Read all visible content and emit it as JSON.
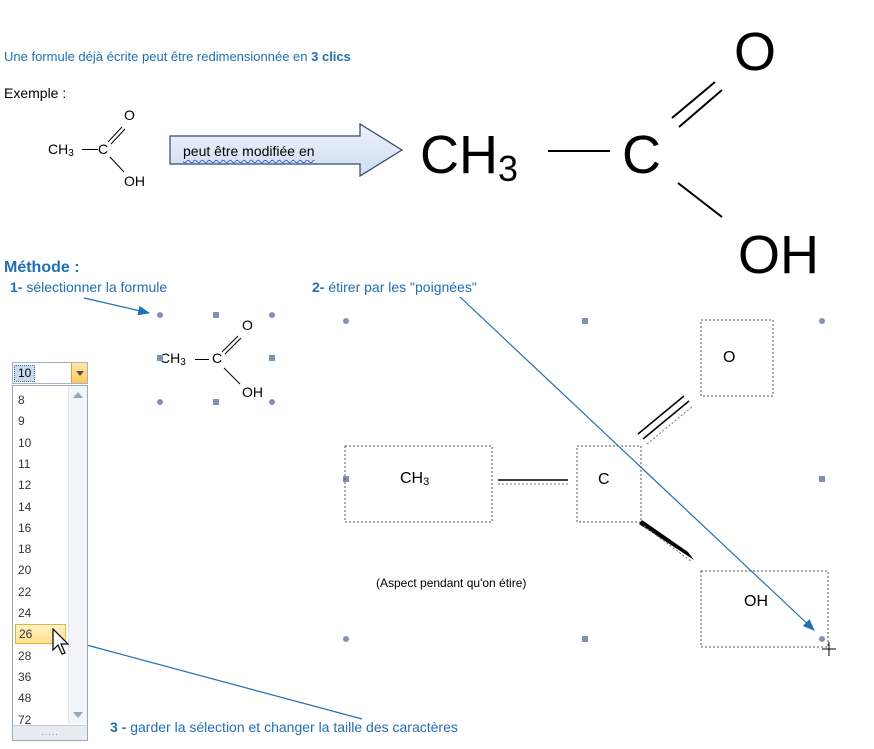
{
  "intro": {
    "sentence": "Une formule déjà écrite peut être redimensionnée en ",
    "emphasis": "3 clics"
  },
  "example_label": "Exemple :",
  "arrow_label": "peut être modifiée en",
  "formula": {
    "ch3": "CH",
    "sub3": "3",
    "dash": "—",
    "c": "C",
    "o": "O",
    "oh": "OH"
  },
  "method": {
    "title": "Méthode :",
    "step1_num": "1-",
    "step1_text": " sélectionner la formule",
    "step2_num": "2-",
    "step2_text": " étirer par les \"poignées\"",
    "step3_num": "3 -",
    "step3_text": " garder la sélection et changer la taille des caractères",
    "stretch_caption": "(Aspect pendant qu'on étire)"
  },
  "font_size_dropdown": {
    "current_value": "10",
    "options": [
      "8",
      "9",
      "10",
      "11",
      "12",
      "14",
      "16",
      "18",
      "20",
      "22",
      "24",
      "26",
      "28",
      "36",
      "48",
      "72"
    ],
    "highlighted": "26",
    "grip": "....."
  },
  "colors": {
    "accent_blue": "#1f6fb5",
    "handle_blue": "#7e93b3"
  }
}
